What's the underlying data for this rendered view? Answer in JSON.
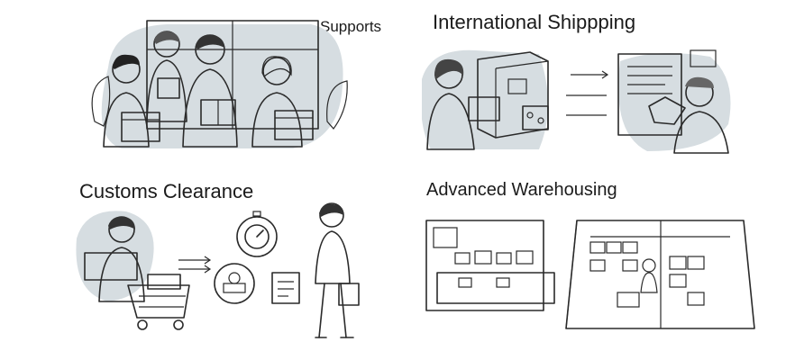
{
  "sections": {
    "supports": {
      "title": "Supports"
    },
    "international_shipping": {
      "title": "International Shippping"
    },
    "customs_clearance": {
      "title": "Customs Clearance"
    },
    "advanced_warehousing": {
      "title": "Advanced Warehousing"
    }
  },
  "colors": {
    "box": "#e6b370",
    "shirt_red": "#e4675a",
    "shirt_tan": "#edc27f",
    "blob": "#d6dde1",
    "line": "#2a2a2a"
  }
}
